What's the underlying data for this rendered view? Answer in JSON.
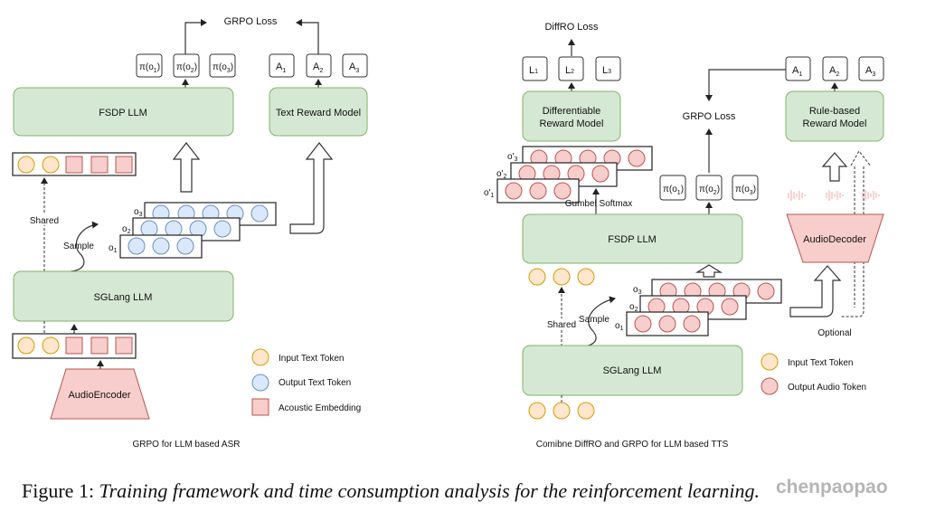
{
  "left_panel": {
    "loss_label": "GRPO Loss",
    "policy_boxes": [
      "π(o",
      "π(o",
      "π(o"
    ],
    "policy_subscripts": [
      "1",
      "2",
      "3"
    ],
    "advantage_boxes": [
      "A",
      "A",
      "A"
    ],
    "advantage_subscripts": [
      "1",
      "2",
      "3"
    ],
    "fsdp_label": "FSDP LLM",
    "reward_label": "Text Reward Model",
    "shared_label": "Shared",
    "sample_label": "Sample",
    "output_rows": [
      "o",
      "o",
      "o"
    ],
    "output_row_subscripts": [
      "1",
      "2",
      "3"
    ],
    "sglang_label": "SGLang LLM",
    "encoder_label": "AudioEncoder",
    "legend": [
      {
        "label": "Input Text Token",
        "shape": "circle",
        "color": "#ffe6cc"
      },
      {
        "label": "Output Text Token",
        "shape": "circle",
        "color": "#dae8fc"
      },
      {
        "label": "Acoustic Embedding",
        "shape": "square",
        "color": "#f8cecc"
      }
    ],
    "subtitle": "GRPO for LLM based ASR"
  },
  "right_panel": {
    "diffro_loss_label": "DiffRO Loss",
    "l_boxes": [
      "L",
      "L",
      "L"
    ],
    "l_subscripts": [
      "1",
      "2",
      "3"
    ],
    "diff_reward_label_1": "Differentiable",
    "diff_reward_label_2": "Reward Model",
    "grpo_loss_label": "GRPO Loss",
    "advantage_boxes": [
      "A",
      "A",
      "A"
    ],
    "advantage_subscripts": [
      "1",
      "2",
      "3"
    ],
    "rule_reward_label_1": "Rule-based",
    "rule_reward_label_2": "Reward Model",
    "gumbel_rows": [
      "o'",
      "o'",
      "o'"
    ],
    "gumbel_row_subscripts": [
      "1",
      "2",
      "3"
    ],
    "gumbel_label": "Gumbel Softmax",
    "policy_boxes": [
      "π(o",
      "π(o",
      "π(o"
    ],
    "policy_subscripts": [
      "1",
      "2",
      "3"
    ],
    "fsdp_label": "FSDP LLM",
    "decoder_label": "AudioDecoder",
    "shared_label": "Shared",
    "sample_label": "Sample",
    "output_rows": [
      "o",
      "o",
      "o"
    ],
    "output_row_subscripts": [
      "1",
      "2",
      "3"
    ],
    "optional_label": "Optional",
    "sglang_label": "SGLang LLM",
    "legend": [
      {
        "label": "Input Text Token",
        "shape": "circle",
        "color": "#ffe6cc"
      },
      {
        "label": "Output Audio Token",
        "shape": "circle",
        "color": "#f8cecc"
      }
    ],
    "subtitle": "Comibne DiffRO and GRPO for LLM based TTS"
  },
  "caption": {
    "prefix": "Figure 1: ",
    "text": "Training framework and time consumption analysis for the reinforcement learning."
  },
  "watermark": "chenpaopao"
}
